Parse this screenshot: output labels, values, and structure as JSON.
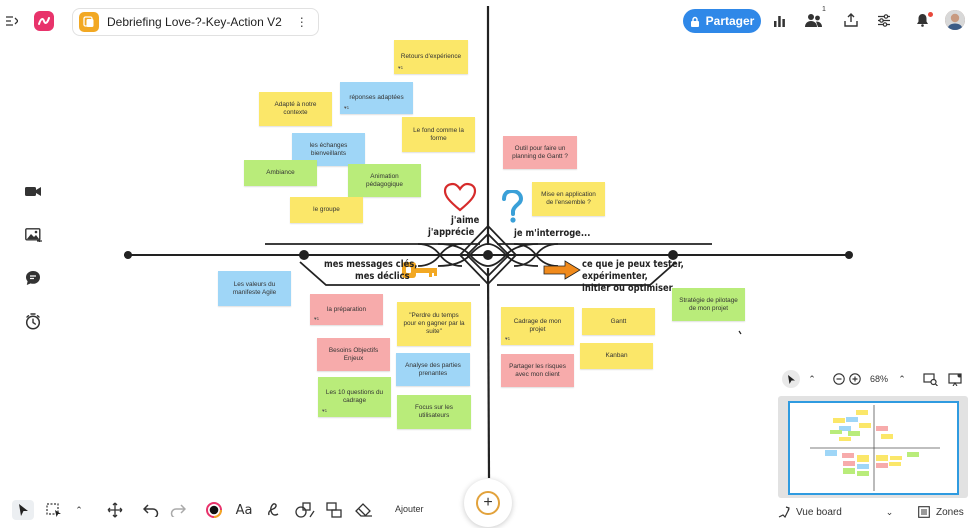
{
  "header": {
    "board_title": "Debriefing Love-?-Key-Action V2",
    "share_label": "Partager",
    "collaborators_count": "1"
  },
  "canvas": {
    "labels": {
      "aime": "j'aime",
      "apprecie": "j'apprécie",
      "interroge": "je m'interroge...",
      "messages": "mes messages clés,",
      "declics": "mes déclics",
      "tester": "ce que je peux tester,",
      "experimenter": "expérimenter,",
      "initier": "initier ou optimiser"
    },
    "notes": [
      {
        "id": "retours",
        "text": "Retours d'expérience",
        "color": "y",
        "likes": "♥1"
      },
      {
        "id": "reponses",
        "text": "réponses adaptées",
        "color": "b",
        "likes": "♥1"
      },
      {
        "id": "adapte",
        "text": "Adapté à notre contexte",
        "color": "y",
        "likes": ""
      },
      {
        "id": "fond",
        "text": "Le fond comme la forme",
        "color": "y",
        "likes": ""
      },
      {
        "id": "echanges",
        "text": "les échanges bienveillants",
        "color": "b",
        "likes": ""
      },
      {
        "id": "ambiance",
        "text": "Ambiance",
        "color": "g",
        "likes": ""
      },
      {
        "id": "animation",
        "text": "Animation pédagogique",
        "color": "g",
        "likes": ""
      },
      {
        "id": "groupe",
        "text": "le groupe",
        "color": "y",
        "likes": ""
      },
      {
        "id": "outil",
        "text": "Outil pour faire un planning de Gantt ?",
        "color": "p",
        "likes": ""
      },
      {
        "id": "mise",
        "text": "Mise en application de l'ensemble ?",
        "color": "y",
        "likes": ""
      },
      {
        "id": "valeurs",
        "text": "Les valeurs du manifeste Agile",
        "color": "b",
        "likes": ""
      },
      {
        "id": "preparation",
        "text": "la préparation",
        "color": "p",
        "likes": "♥1"
      },
      {
        "id": "perdre",
        "text": "\"Perdre du temps pour en gagner par la suite\"",
        "color": "y",
        "likes": ""
      },
      {
        "id": "besoins",
        "text": "Besoins Objectifs Enjeux",
        "color": "p",
        "likes": ""
      },
      {
        "id": "analyse",
        "text": "Analyse des parties prenantes",
        "color": "b",
        "likes": ""
      },
      {
        "id": "questions",
        "text": "Les 10 questions du cadrage",
        "color": "g",
        "likes": "♥1"
      },
      {
        "id": "focus",
        "text": "Focus sur les utilisateurs",
        "color": "g",
        "likes": ""
      },
      {
        "id": "cadrage",
        "text": "Cadrage de mon projet",
        "color": "y",
        "likes": "♥1"
      },
      {
        "id": "gantt",
        "text": "Gantt",
        "color": "y",
        "likes": ""
      },
      {
        "id": "kanban",
        "text": "Kanban",
        "color": "y",
        "likes": ""
      },
      {
        "id": "risques",
        "text": "Partager les risques avec mon client",
        "color": "p",
        "likes": ""
      },
      {
        "id": "strategie",
        "text": "Stratégie de pilotage de mon projet",
        "color": "g",
        "likes": ""
      }
    ]
  },
  "bottombar": {
    "add_label": "Ajouter"
  },
  "zoom": {
    "level": "68%"
  },
  "footer": {
    "view_label": "Vue board",
    "zones_label": "Zones"
  },
  "colors": {
    "accent": "#2f88e8",
    "brand": "#e8336b",
    "note_yellow": "#fbe769",
    "note_blue": "#9fd6f7",
    "note_green": "#b9ec7a",
    "note_pink": "#f7abab",
    "key": "#f2a823",
    "arrow": "#f08a1c",
    "heart": "#d62b2b",
    "question": "#3aa0d8"
  }
}
